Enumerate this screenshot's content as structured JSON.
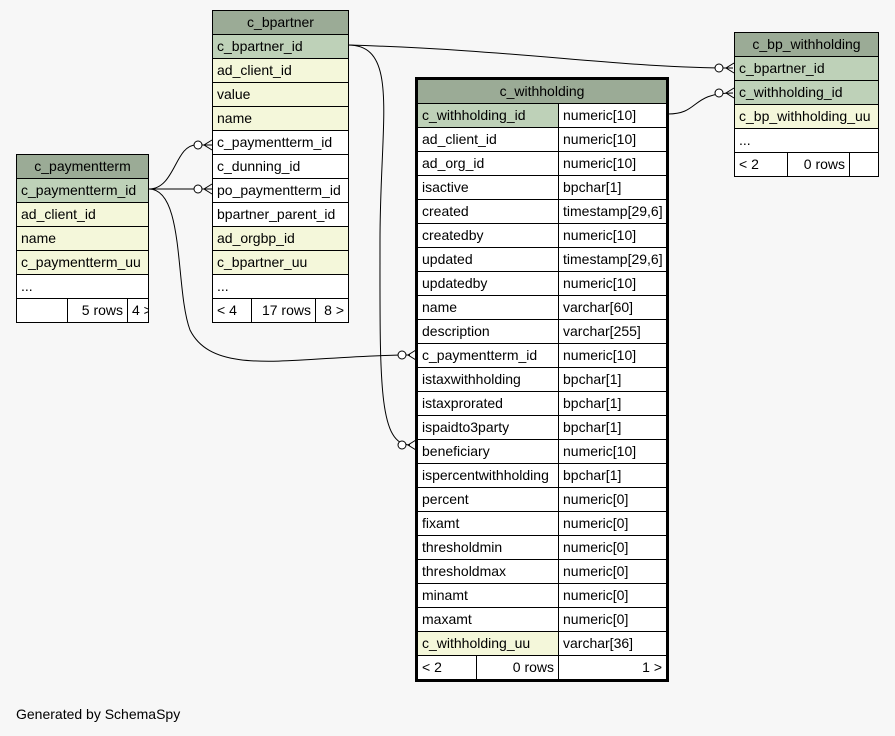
{
  "footer_text": "Generated by SchemaSpy",
  "colors": {
    "header": "#9bab96",
    "primary_key": "#bed1b8",
    "indexed": "#f4f7da",
    "plain": "#ffffff"
  },
  "tables": {
    "c_paymentterm": {
      "name": "c_paymentterm",
      "columns": [
        {
          "name": "c_paymentterm_id",
          "kind": "pk"
        },
        {
          "name": "ad_client_id",
          "kind": "idx"
        },
        {
          "name": "name",
          "kind": "idx"
        },
        {
          "name": "c_paymentterm_uu",
          "kind": "idx"
        },
        {
          "name": "...",
          "kind": "plain"
        }
      ],
      "footer": {
        "left": "",
        "mid": "5 rows",
        "right": "4 >"
      }
    },
    "c_bpartner": {
      "name": "c_bpartner",
      "columns": [
        {
          "name": "c_bpartner_id",
          "kind": "pk"
        },
        {
          "name": "ad_client_id",
          "kind": "idx"
        },
        {
          "name": "value",
          "kind": "idx"
        },
        {
          "name": "name",
          "kind": "idx"
        },
        {
          "name": "c_paymentterm_id",
          "kind": "plain"
        },
        {
          "name": "c_dunning_id",
          "kind": "plain"
        },
        {
          "name": "po_paymentterm_id",
          "kind": "plain"
        },
        {
          "name": "bpartner_parent_id",
          "kind": "plain"
        },
        {
          "name": "ad_orgbp_id",
          "kind": "idx"
        },
        {
          "name": "c_bpartner_uu",
          "kind": "idx"
        },
        {
          "name": "...",
          "kind": "plain"
        }
      ],
      "footer": {
        "left": "< 4",
        "mid": "17 rows",
        "right": "8 >"
      }
    },
    "c_withholding": {
      "name": "c_withholding",
      "columns": [
        {
          "name": "c_withholding_id",
          "type": "numeric[10]",
          "kind": "pk"
        },
        {
          "name": "ad_client_id",
          "type": "numeric[10]",
          "kind": "plain"
        },
        {
          "name": "ad_org_id",
          "type": "numeric[10]",
          "kind": "plain"
        },
        {
          "name": "isactive",
          "type": "bpchar[1]",
          "kind": "plain"
        },
        {
          "name": "created",
          "type": "timestamp[29,6]",
          "kind": "plain"
        },
        {
          "name": "createdby",
          "type": "numeric[10]",
          "kind": "plain"
        },
        {
          "name": "updated",
          "type": "timestamp[29,6]",
          "kind": "plain"
        },
        {
          "name": "updatedby",
          "type": "numeric[10]",
          "kind": "plain"
        },
        {
          "name": "name",
          "type": "varchar[60]",
          "kind": "plain"
        },
        {
          "name": "description",
          "type": "varchar[255]",
          "kind": "plain"
        },
        {
          "name": "c_paymentterm_id",
          "type": "numeric[10]",
          "kind": "plain"
        },
        {
          "name": "istaxwithholding",
          "type": "bpchar[1]",
          "kind": "plain"
        },
        {
          "name": "istaxprorated",
          "type": "bpchar[1]",
          "kind": "plain"
        },
        {
          "name": "ispaidto3party",
          "type": "bpchar[1]",
          "kind": "plain"
        },
        {
          "name": "beneficiary",
          "type": "numeric[10]",
          "kind": "plain"
        },
        {
          "name": "ispercentwithholding",
          "type": "bpchar[1]",
          "kind": "plain"
        },
        {
          "name": "percent",
          "type": "numeric[0]",
          "kind": "plain"
        },
        {
          "name": "fixamt",
          "type": "numeric[0]",
          "kind": "plain"
        },
        {
          "name": "thresholdmin",
          "type": "numeric[0]",
          "kind": "plain"
        },
        {
          "name": "thresholdmax",
          "type": "numeric[0]",
          "kind": "plain"
        },
        {
          "name": "minamt",
          "type": "numeric[0]",
          "kind": "plain"
        },
        {
          "name": "maxamt",
          "type": "numeric[0]",
          "kind": "plain"
        },
        {
          "name": "c_withholding_uu",
          "type": "varchar[36]",
          "kind": "idx"
        }
      ],
      "footer": {
        "left": "< 2",
        "mid": "0 rows",
        "right": "1 >"
      }
    },
    "c_bp_withholding": {
      "name": "c_bp_withholding",
      "columns": [
        {
          "name": "c_bpartner_id",
          "kind": "pk"
        },
        {
          "name": "c_withholding_id",
          "kind": "pk"
        },
        {
          "name": "c_bp_withholding_uu",
          "kind": "idx"
        },
        {
          "name": "...",
          "kind": "plain"
        }
      ],
      "footer": {
        "left": "< 2",
        "mid": "0 rows",
        "right": ""
      }
    }
  }
}
